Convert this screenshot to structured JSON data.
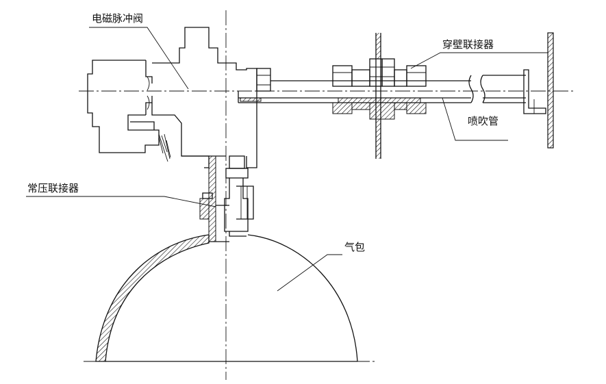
{
  "labels": {
    "solenoid_valve": "电磁脉冲阀",
    "wall_connector": "穿壁联接器",
    "blow_pipe": "喷吹管",
    "pressure_connector": "常压联接器",
    "air_tank": "气包"
  },
  "colors": {
    "line": "#111111",
    "background": "#ffffff"
  }
}
